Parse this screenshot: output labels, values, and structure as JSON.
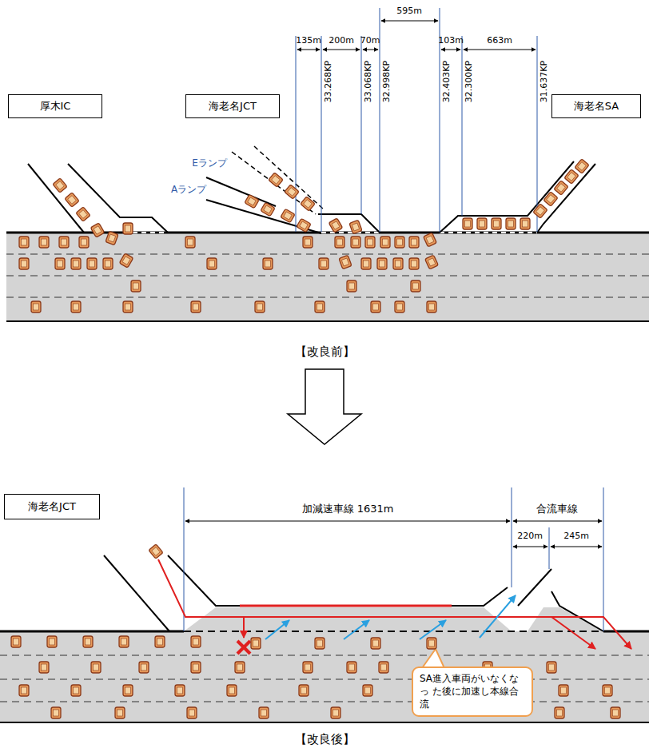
{
  "diagram": {
    "nodes": [
      {
        "text": [
          "厚木IC"
        ]
      },
      {
        "text": [
          "海老名JCT"
        ]
      },
      {
        "text": [
          "海老名SA"
        ]
      },
      {
        "text": [
          "海老名JCT"
        ]
      },
      {
        "text": [
          "SA進入車両がいなくなっ た後に加速し本線合流"
        ]
      }
    ],
    "labels": [
      "595m",
      "135m",
      "200m",
      "70m",
      "103m",
      "663m",
      "33.268KP",
      "33.068KP",
      "32.998KP",
      "32.403KP",
      "32.300KP",
      "31.637KP",
      "Eランプ",
      "Aランプ",
      "【改良前】",
      "加減速車線 1631m",
      "合流車線",
      "220m",
      "245m",
      "【改良後】"
    ]
  }
}
